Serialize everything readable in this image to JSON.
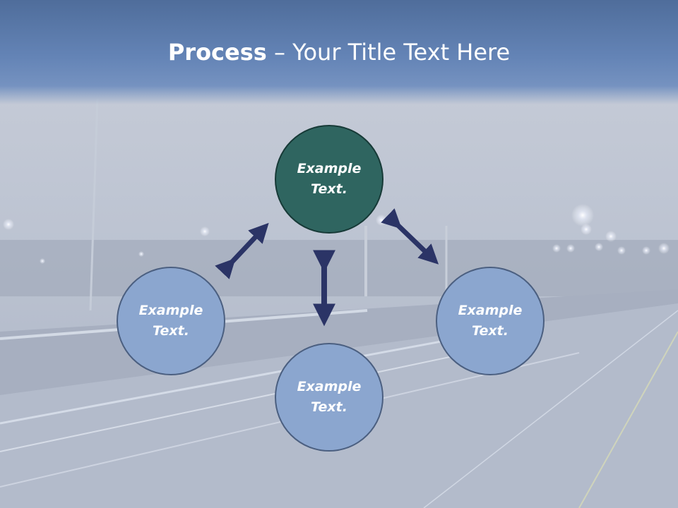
{
  "slide": {
    "title_bold": "Process",
    "title_rest": " – Your Title Text Here"
  },
  "diagram": {
    "nodes": [
      {
        "id": "top",
        "text": "Example Text.",
        "color": "#2f6560"
      },
      {
        "id": "left",
        "text": "Example Text.",
        "color": "#8ba6cf"
      },
      {
        "id": "right",
        "text": "Example Text.",
        "color": "#8ba6cf"
      },
      {
        "id": "bottom",
        "text": "Example Text.",
        "color": "#8ba6cf"
      }
    ],
    "connections": [
      {
        "from": "top",
        "to": "left",
        "type": "double-arrow"
      },
      {
        "from": "top",
        "to": "right",
        "type": "double-arrow"
      },
      {
        "from": "top",
        "to": "bottom",
        "type": "double-arrow"
      }
    ],
    "arrow_color": "#2b3466"
  }
}
